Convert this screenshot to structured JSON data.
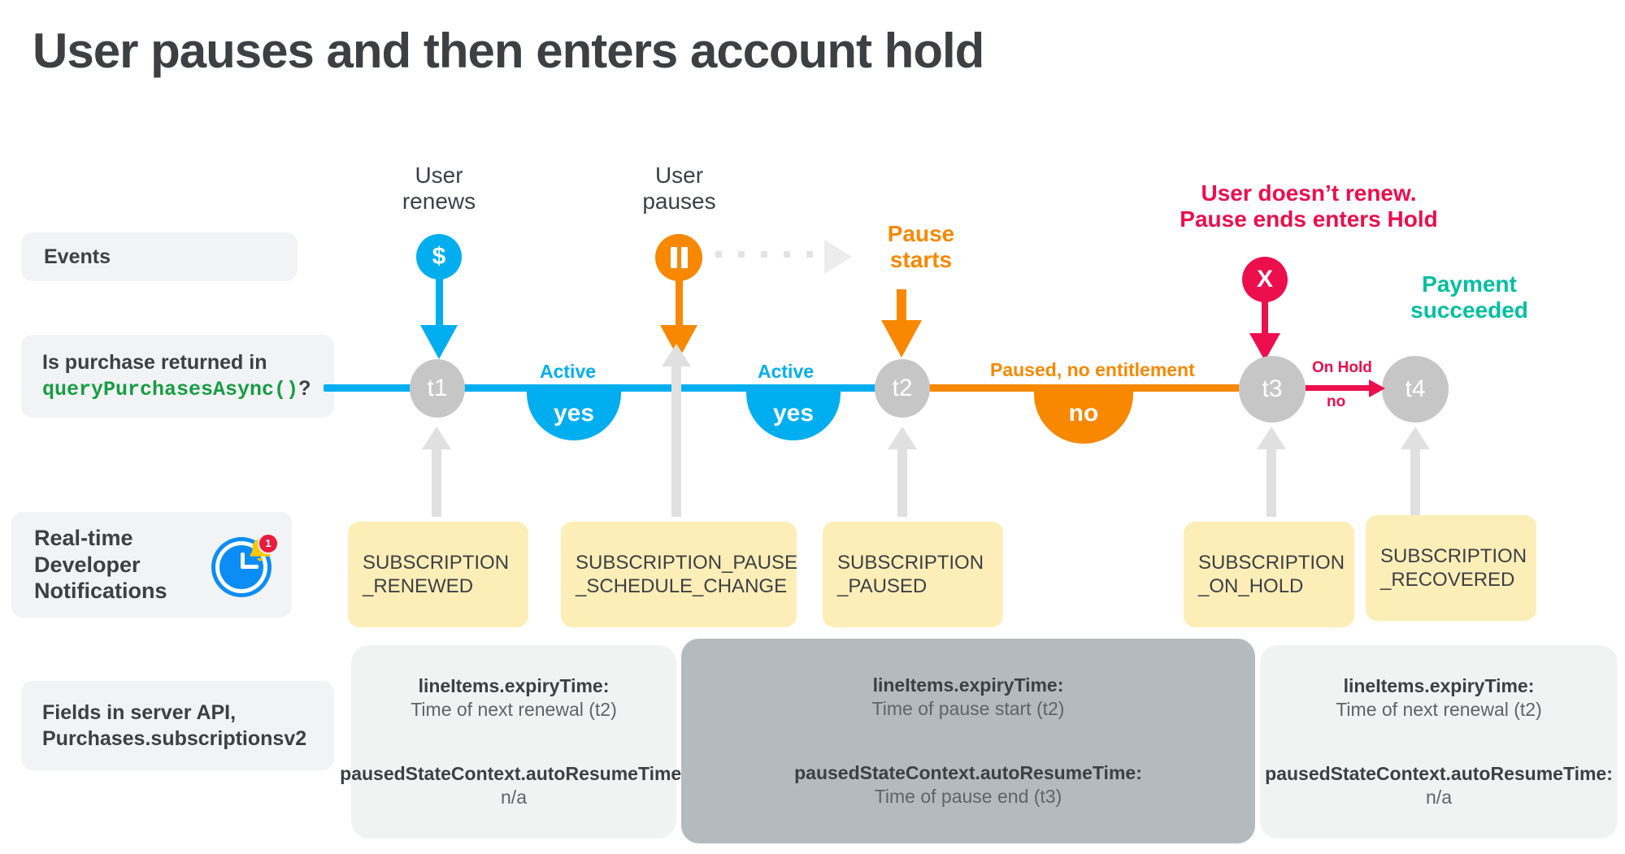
{
  "page": {
    "title": "User pauses and then enters account hold",
    "background": "#ffffff"
  },
  "colors": {
    "blue": "#00aef0",
    "orange": "#f78800",
    "red": "#ec0e4d",
    "teal": "#00bfa0",
    "gray_node": "#c6c6c6",
    "yellow_box": "#fdeeb8",
    "panel_light": "#f1f2f2",
    "panel_dark": "#b4bbbf",
    "text": "#3c4043",
    "green_code": "#189c45"
  },
  "row_labels": {
    "events": "Events",
    "purchase_question_line1": "Is purchase returned in",
    "purchase_question_code": "queryPurchasesAsync()",
    "purchase_question_suffix": "?",
    "rtdn": "Real-time\nDeveloper\nNotifications",
    "rtdn_badge_count": "1",
    "fields": "Fields in server API,\nPurchases.subscriptionsv2"
  },
  "events": [
    {
      "id": "user-renews",
      "label": "User\nrenews",
      "glyph": "$",
      "color": "#00aef0",
      "bold": false
    },
    {
      "id": "user-pauses",
      "label": "User\npauses",
      "glyph": "II",
      "color": "#f78800",
      "bold": false
    },
    {
      "id": "pause-starts",
      "label": "Pause\nstarts",
      "glyph": "",
      "color": "#f78800",
      "bold": true
    },
    {
      "id": "user-no-renew",
      "label": "User doesn’t renew.\nPause ends enters Hold",
      "glyph": "X",
      "color": "#ec0e4d",
      "bold": true
    },
    {
      "id": "payment-succeeded",
      "label": "Payment\nsucceeded",
      "glyph": "",
      "color": "#00bfa0",
      "bold": true
    }
  ],
  "timeline": {
    "nodes": [
      {
        "id": "t1",
        "label": "t1"
      },
      {
        "id": "t2",
        "label": "t2"
      },
      {
        "id": "t3",
        "label": "t3"
      },
      {
        "id": "t4",
        "label": "t4"
      }
    ],
    "segments": [
      {
        "id": "seg-active-1",
        "label": "Active",
        "answer": "yes",
        "color": "#00aef0"
      },
      {
        "id": "seg-active-2",
        "label": "Active",
        "answer": "yes",
        "color": "#00aef0"
      },
      {
        "id": "seg-paused",
        "label": "Paused, no entitlement",
        "answer": "no",
        "color": "#f78800"
      },
      {
        "id": "seg-on-hold",
        "label": "On Hold",
        "answer": "no",
        "color": "#ec0e4d"
      }
    ]
  },
  "rtdn_boxes": [
    {
      "id": "subscription-renewed",
      "label": "SUBSCRIPTION\n_RENEWED"
    },
    {
      "id": "subscription-pause-schedule-change",
      "label": "SUBSCRIPTION_PAUSE\n_SCHEDULE_CHANGE"
    },
    {
      "id": "subscription-paused",
      "label": "SUBSCRIPTION\n_PAUSED"
    },
    {
      "id": "subscription-on-hold",
      "label": "SUBSCRIPTION\n_ON_HOLD"
    },
    {
      "id": "subscription-recovered",
      "label": "SUBSCRIPTION\n_RECOVERED"
    }
  ],
  "field_panels": [
    {
      "id": "panel-renewal",
      "theme": "light",
      "expiry_key": "lineItems.expiryTime:",
      "expiry_val": "Time of next renewal (t2)",
      "resume_key": "pausedStateContext.autoResumeTime:",
      "resume_val": "n/a"
    },
    {
      "id": "panel-pause",
      "theme": "dark",
      "expiry_key": "lineItems.expiryTime:",
      "expiry_val": "Time of pause start (t2)",
      "resume_key": "pausedStateContext.autoResumeTime:",
      "resume_val": "Time of pause end (t3)"
    },
    {
      "id": "panel-recovered",
      "theme": "light",
      "expiry_key": "lineItems.expiryTime:",
      "expiry_val": "Time of next renewal (t2)",
      "resume_key": "pausedStateContext.autoResumeTime:",
      "resume_val": "n/a"
    }
  ]
}
